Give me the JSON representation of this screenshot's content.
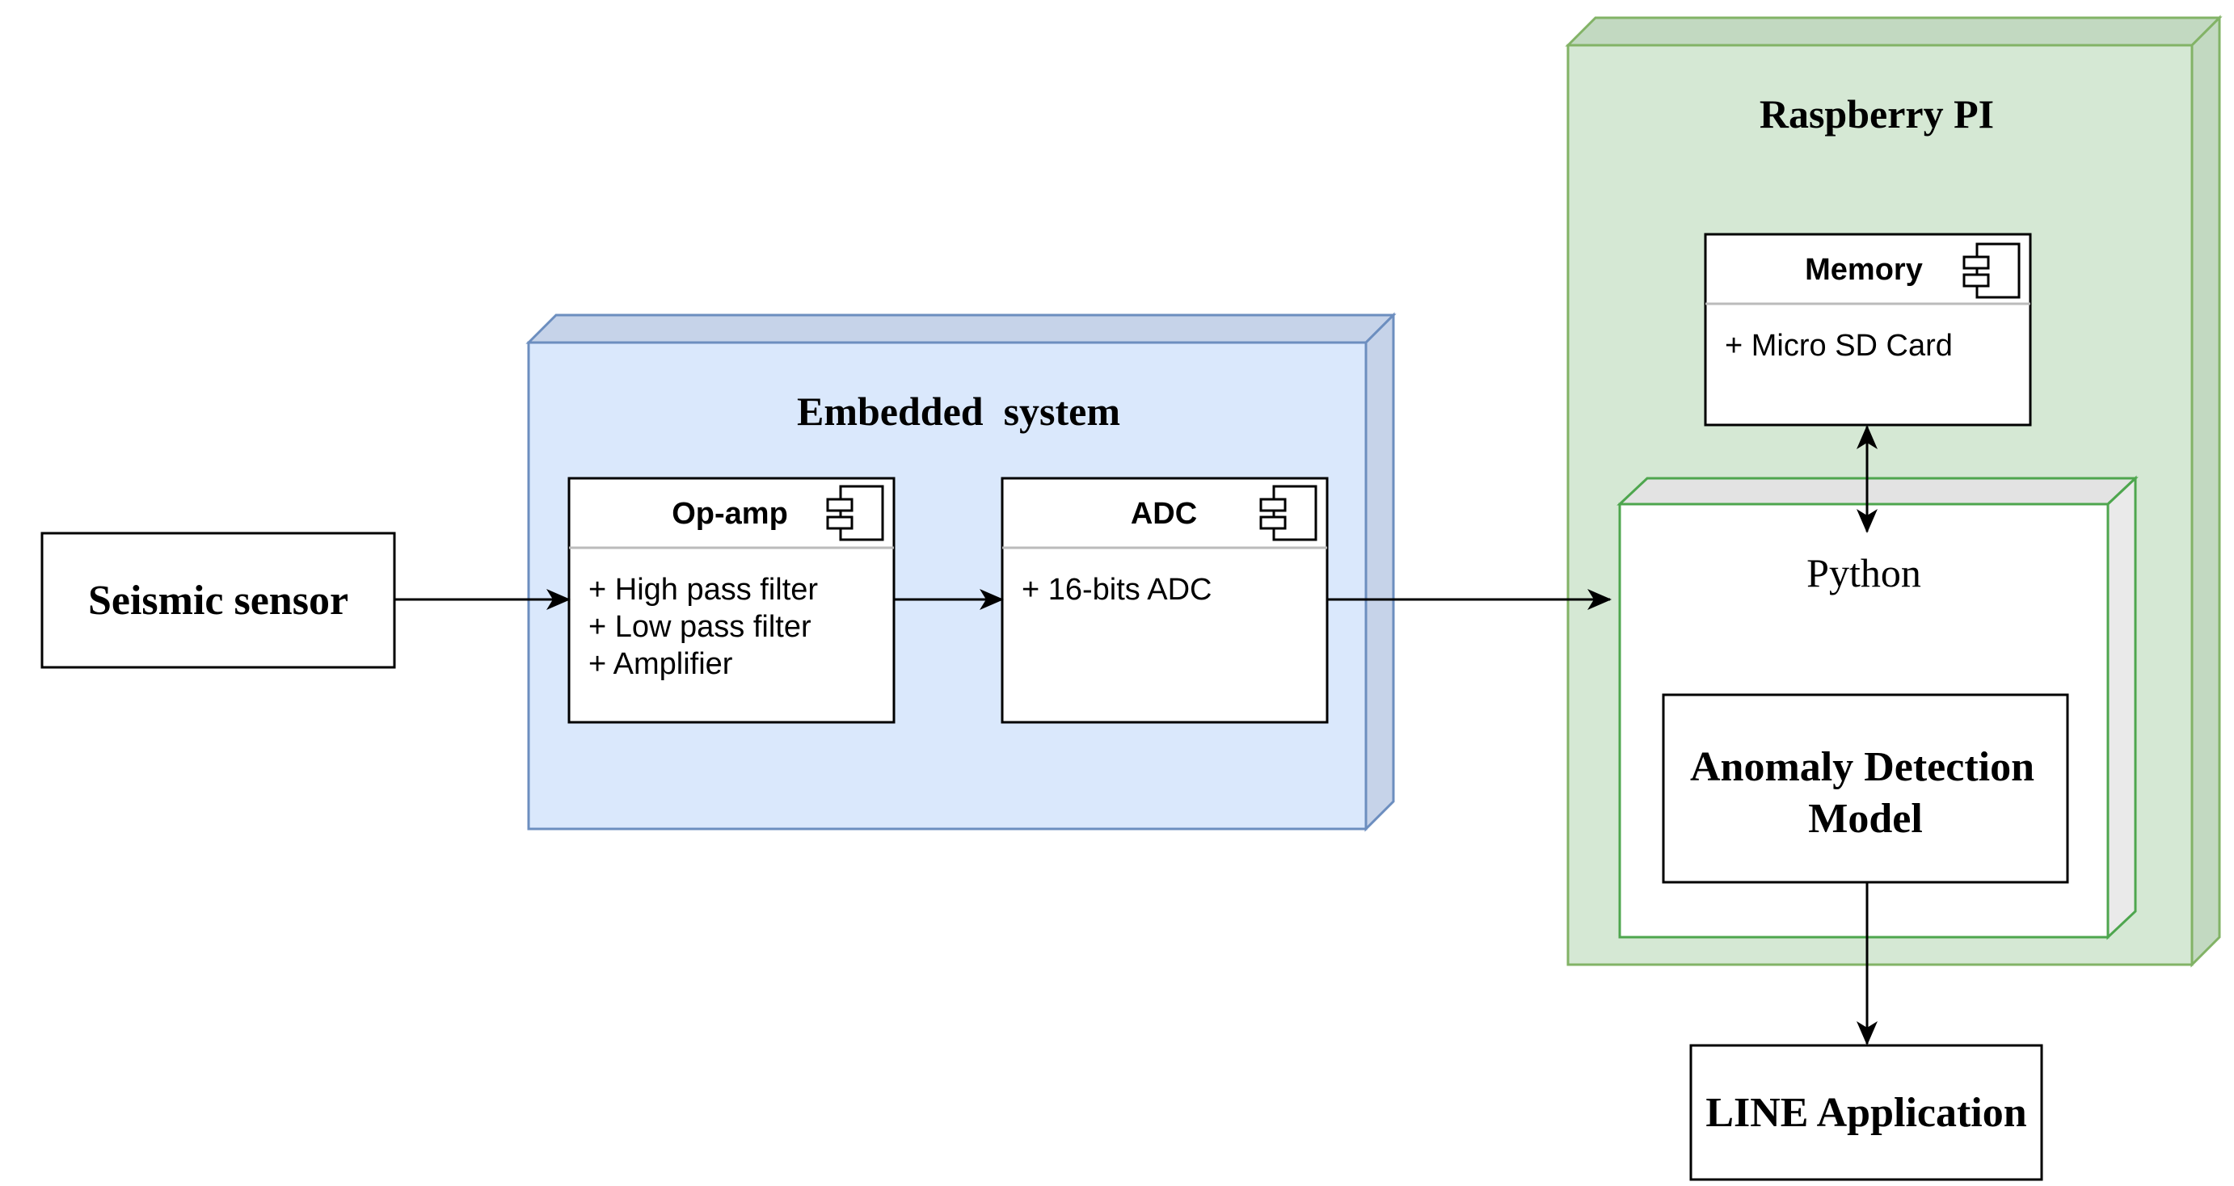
{
  "nodes": {
    "seismic_sensor": {
      "label": "Seismic sensor"
    },
    "embedded_system": {
      "label": "Embedded  system"
    },
    "op_amp": {
      "title": "Op-amp",
      "items": [
        "+ High pass filter",
        "+ Low pass filter",
        "+ Amplifier"
      ]
    },
    "adc": {
      "title": "ADC",
      "items": [
        "+ 16-bits ADC"
      ]
    },
    "raspberry_pi": {
      "label": "Raspberry PI"
    },
    "memory": {
      "title": "Memory",
      "items": [
        "+ Micro SD Card"
      ]
    },
    "python": {
      "label": "Python"
    },
    "anomaly_model": {
      "line1": "Anomaly Detection",
      "line2": "Model"
    },
    "line_app": {
      "label": "LINE Application"
    }
  },
  "colors": {
    "embedded_fill": "#dae8fc",
    "embedded_stroke": "#6c8ebf",
    "embedded_side": "#c6d3e9",
    "raspberry_fill": "#d5e8d4",
    "raspberry_stroke": "#82b366",
    "raspberry_side": "#c2d9c1",
    "python_stroke": "#4ea64e",
    "python_top": "#e3e3e3",
    "python_side": "#eaeaea"
  }
}
